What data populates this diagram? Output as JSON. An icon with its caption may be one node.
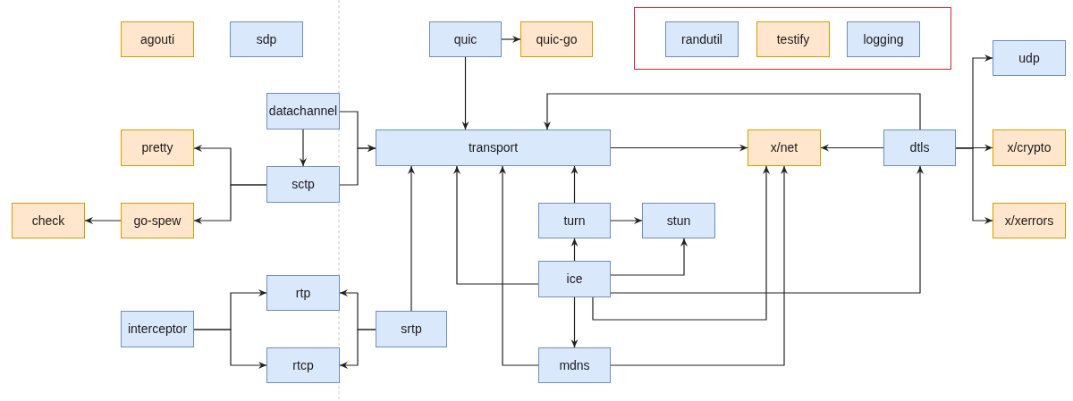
{
  "diagram": {
    "nodes": [
      {
        "text": [
          "agouti"
        ]
      },
      {
        "text": [
          "sdp"
        ]
      },
      {
        "text": [
          "quic"
        ]
      },
      {
        "text": [
          "quic-go"
        ]
      },
      {
        "text": [],
        "shape": "box"
      },
      {
        "text": [
          "randutil"
        ],
        "in": 4
      },
      {
        "text": [
          "testify"
        ],
        "in": 4
      },
      {
        "text": [
          "logging"
        ],
        "in": 4
      },
      {
        "text": [
          "datachannel"
        ]
      },
      {
        "text": [
          "pretty"
        ]
      },
      {
        "text": [
          "sctp"
        ]
      },
      {
        "text": [
          "transport"
        ]
      },
      {
        "text": [
          "x/net"
        ]
      },
      {
        "text": [
          "dtls"
        ]
      },
      {
        "text": [
          "udp"
        ]
      },
      {
        "text": [
          "x/crypto"
        ]
      },
      {
        "text": [
          "x/xerrors"
        ]
      },
      {
        "text": [
          "check"
        ]
      },
      {
        "text": [
          "go-spew"
        ]
      },
      {
        "text": [
          "turn"
        ]
      },
      {
        "text": [
          "stun"
        ]
      },
      {
        "text": [
          "ice"
        ]
      },
      {
        "text": [
          "rtp"
        ]
      },
      {
        "text": [
          "interceptor"
        ]
      },
      {
        "text": [
          "srtp"
        ]
      },
      {
        "text": [
          "rtcp"
        ]
      },
      {
        "text": [
          "mdns"
        ]
      }
    ],
    "edges": [
      {
        "from": 2,
        "to": 3,
        "arrow": "to"
      },
      {
        "from": 2,
        "to": 11,
        "arrow": "to"
      },
      {
        "from": 8,
        "to": 10,
        "arrow": "to"
      },
      {
        "from": 8,
        "to": 11,
        "arrow": "to"
      },
      {
        "from": 10,
        "to": 11,
        "arrow": "to"
      },
      {
        "from": 10,
        "to": 9,
        "arrow": "to"
      },
      {
        "from": 10,
        "to": 18,
        "arrow": "to"
      },
      {
        "from": 18,
        "to": 17,
        "arrow": "to"
      },
      {
        "from": 11,
        "to": 12,
        "arrow": "to"
      },
      {
        "from": 13,
        "to": 12,
        "arrow": "to"
      },
      {
        "from": 13,
        "to": 11,
        "arrow": "to"
      },
      {
        "from": 13,
        "to": 14,
        "arrow": "to"
      },
      {
        "from": 13,
        "to": 15,
        "arrow": "to"
      },
      {
        "from": 13,
        "to": 16,
        "arrow": "to"
      },
      {
        "from": 19,
        "to": 11,
        "arrow": "to"
      },
      {
        "from": 19,
        "to": 20,
        "arrow": "to"
      },
      {
        "from": 21,
        "to": 19,
        "arrow": "to"
      },
      {
        "from": 21,
        "to": 20,
        "arrow": "to"
      },
      {
        "from": 21,
        "to": 11,
        "arrow": "to"
      },
      {
        "from": 21,
        "to": 12,
        "arrow": "to"
      },
      {
        "from": 21,
        "to": 13,
        "arrow": "to"
      },
      {
        "from": 21,
        "to": 26,
        "arrow": "to"
      },
      {
        "from": 26,
        "to": 11,
        "arrow": "to"
      },
      {
        "from": 26,
        "to": 12,
        "arrow": "to"
      },
      {
        "from": 24,
        "to": 11,
        "arrow": "to"
      },
      {
        "from": 24,
        "to": 22,
        "arrow": "to"
      },
      {
        "from": 24,
        "to": 25,
        "arrow": "to"
      },
      {
        "from": 23,
        "to": 22,
        "arrow": "to"
      },
      {
        "from": 23,
        "to": 25,
        "arrow": "to"
      }
    ]
  }
}
